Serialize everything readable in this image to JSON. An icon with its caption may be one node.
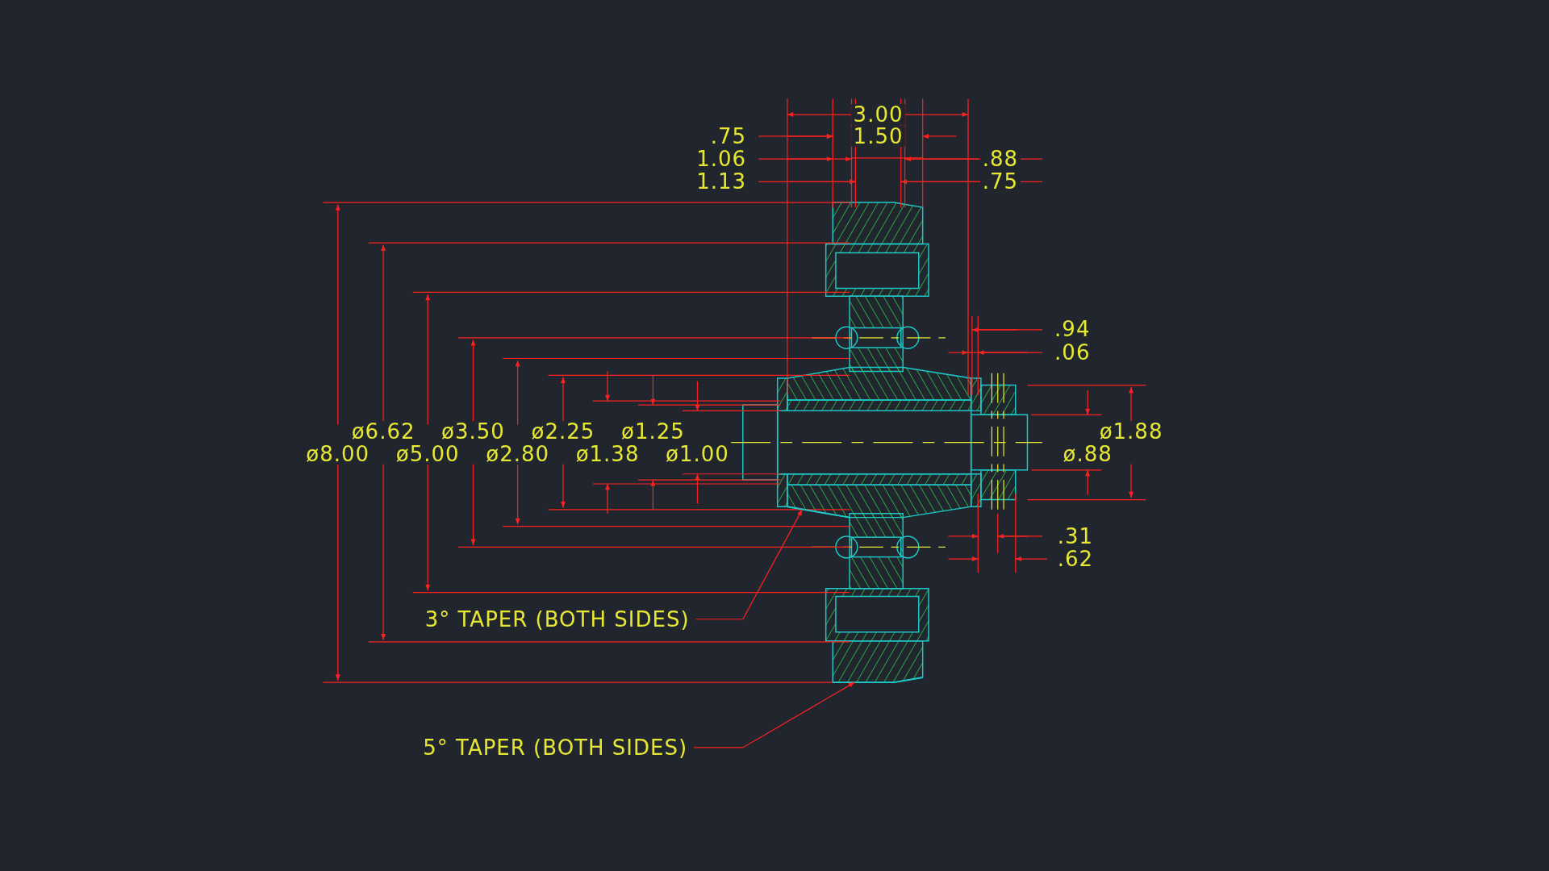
{
  "diagram": {
    "nodes": [
      {
        "text": [
          "3° TAPER (BOTH SIDES)"
        ]
      },
      {
        "text": [
          "5° TAPER (BOTH SIDES)"
        ]
      },
      {
        "text": [],
        "shape": "line"
      },
      {
        "text": [],
        "shape": "line"
      }
    ],
    "edges": [
      {
        "from": 0,
        "to": 2,
        "arrow": "to"
      },
      {
        "from": 1,
        "to": 3,
        "arrow": "to"
      }
    ],
    "labels": [
      "3.00",
      ".75",
      "1.50",
      "1.06",
      ".88",
      "1.13",
      ".75",
      ".94",
      ".06",
      "ø6.62",
      "ø3.50",
      "ø2.25",
      "ø1.25",
      "ø1.88",
      "ø8.00",
      "ø5.00",
      "ø2.80",
      "ø1.38",
      "ø1.00",
      "ø.88",
      ".31",
      ".62"
    ]
  }
}
